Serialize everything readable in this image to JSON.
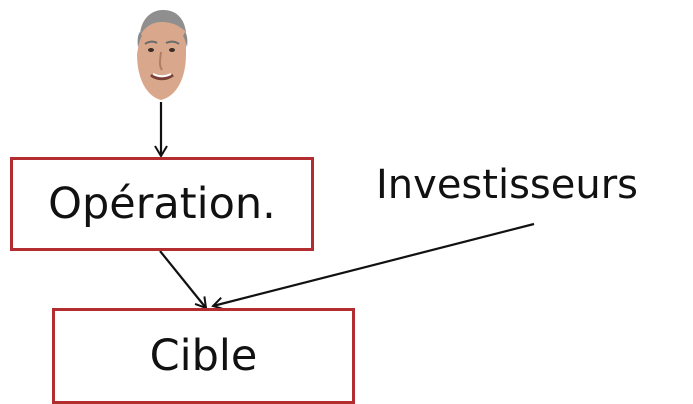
{
  "diagram": {
    "avatar": {
      "icon": "person-face-icon",
      "skin_color": "#d9a88c",
      "hair_color": "#8f8f8f"
    },
    "nodes": {
      "operation": "Opération.",
      "cible": "Cible"
    },
    "labels": {
      "investisseurs": "Investisseurs"
    },
    "edges": [
      {
        "from": "avatar",
        "to": "operation"
      },
      {
        "from": "operation",
        "to": "cible"
      },
      {
        "from": "investisseurs",
        "to": "cible"
      }
    ],
    "colors": {
      "box_border": "#b32c2f",
      "arrow": "#111111",
      "text": "#111111"
    }
  }
}
